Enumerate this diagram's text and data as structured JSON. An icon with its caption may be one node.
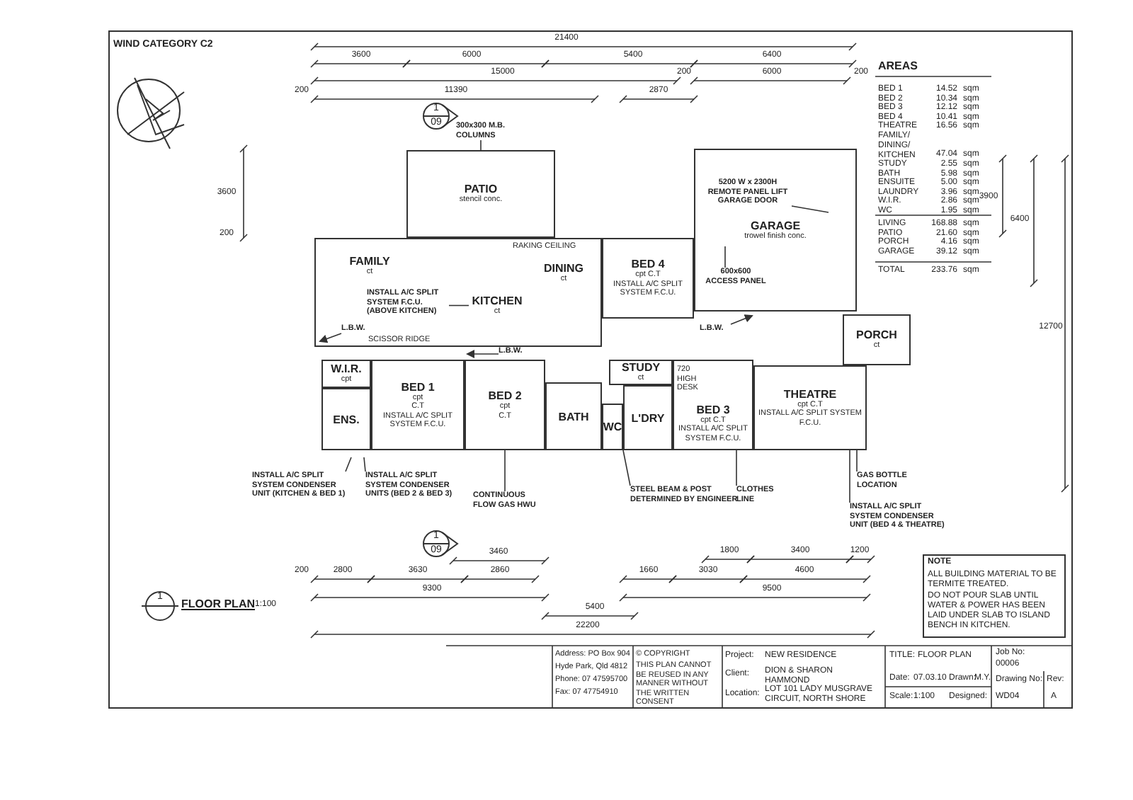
{
  "diagram": {
    "nodes": [
      {
        "text": [
          "PATIO",
          "stencil conc."
        ]
      },
      {
        "text": [],
        "shape": "box"
      },
      {
        "text": [
          "FAMILY",
          "ct"
        ],
        "in": 1
      },
      {
        "text": [
          "KITCHEN",
          "ct"
        ],
        "in": 1
      },
      {
        "text": [
          "DINING",
          "ct"
        ],
        "in": 1
      },
      {
        "text": [
          "INSTALL A/C SPLIT SYSTEM F.C.U. (ABOVE KITCHEN)"
        ],
        "in": 1
      },
      {
        "text": [
          "BED 4",
          "cpt C.T",
          "INSTALL A/C SPLIT SYSTEM F.C.U."
        ]
      },
      {
        "text": [
          "GARAGE",
          "trowel finish conc."
        ]
      },
      {
        "text": [
          "5200 W x 2300H REMOTE PANEL LIFT GARAGE DOOR"
        ],
        "in": 7
      },
      {
        "text": [
          "600x600 ACCESS PANEL"
        ],
        "in": 7
      },
      {
        "text": [
          "W.I.R.",
          "cpt"
        ]
      },
      {
        "text": [
          "ENS."
        ]
      },
      {
        "text": [
          "BED 1",
          "cpt",
          "C.T",
          "INSTALL A/C SPLIT SYSTEM F.C.U."
        ]
      },
      {
        "text": [
          "BED 2",
          "cpt",
          "C.T"
        ]
      },
      {
        "text": [
          "BATH"
        ]
      },
      {
        "text": [
          "STUDY",
          "ct"
        ]
      },
      {
        "text": [
          "L'DRY"
        ]
      },
      {
        "text": [
          "WC"
        ]
      },
      {
        "text": [
          "BED 3",
          "cpt C.T",
          "INSTALL A/C SPLIT SYSTEM F.C.U."
        ]
      },
      {
        "text": [
          "THEATRE",
          "cpt C.T",
          "INSTALL A/C SPLIT SYSTEM F.C.U."
        ]
      },
      {
        "text": [
          "PORCH",
          "ct"
        ]
      },
      {
        "text": [
          "300x300 M.B. COLUMNS"
        ]
      },
      {
        "text": [
          "L.B.W."
        ],
        "in": 1
      },
      {
        "text": [
          "L.B.W."
        ]
      },
      {
        "text": [
          "L.B.W."
        ]
      },
      {
        "text": [
          "INSTALL A/C SPLIT SYSTEM CONDENSER UNIT (KITCHEN & BED 1)"
        ]
      },
      {
        "text": [
          "INSTALL A/C SPLIT SYSTEM CONDENSER UNITS (BED 2 & BED 3)"
        ]
      },
      {
        "text": [
          "CONTINUOUS FLOW GAS HWU"
        ]
      },
      {
        "text": [
          "STEEL BEAM & POST DETERMINED BY ENGINEER"
        ]
      },
      {
        "text": [
          "CLOTHES LINE"
        ]
      },
      {
        "text": [
          "GAS BOTTLE LOCATION"
        ]
      },
      {
        "text": [
          "INSTALL A/C SPLIT SYSTEM CONDENSER UNIT (BED 4 & THEATRE)"
        ]
      }
    ],
    "edges": [
      {
        "from": 5,
        "to": 3,
        "arrow": "none"
      },
      {
        "from": 8,
        "to": null,
        "arrow": "none"
      },
      {
        "from": 9,
        "to": null,
        "arrow": "none"
      },
      {
        "from": 21,
        "to": 0,
        "arrow": "none"
      },
      {
        "from": 22,
        "to": null,
        "arrow": "to"
      },
      {
        "from": 23,
        "to": null,
        "arrow": "to"
      },
      {
        "from": 24,
        "to": null,
        "arrow": "to"
      },
      {
        "from": 25,
        "to": null,
        "arrow": "none"
      },
      {
        "from": 26,
        "to": null,
        "arrow": "none"
      },
      {
        "from": 27,
        "to": 13,
        "arrow": "none"
      },
      {
        "from": 28,
        "to": 17,
        "arrow": "none"
      },
      {
        "from": 29,
        "to": 18,
        "arrow": "none"
      },
      {
        "from": 30,
        "to": 19,
        "arrow": "none"
      },
      {
        "from": 31,
        "to": 19,
        "arrow": "none"
      }
    ],
    "labels": [
      "WIND CATEGORY C2",
      "21400",
      "3600",
      "6000",
      "5400",
      "6400",
      "15000",
      "200",
      "6000",
      "200",
      "200",
      "11390",
      "2870",
      "1",
      "09",
      "3600",
      "200",
      "3900",
      "6400",
      "12700",
      "1",
      "09",
      "3460",
      "1800",
      "3400",
      "1200",
      "200",
      "2800",
      "3630",
      "2860",
      "1660",
      "3030",
      "4600",
      "9300",
      "9500",
      "5400",
      "22200",
      "AREAS",
      "BED 1",
      "14.52",
      "sqm",
      "BED 2",
      "10.34",
      "sqm",
      "BED 3",
      "12.12",
      "sqm",
      "BED 4",
      "10.41",
      "sqm",
      "THEATRE",
      "16.56",
      "sqm",
      "FAMILY/ DINING/ KITCHEN",
      "47.04",
      "sqm",
      "STUDY",
      "2.55",
      "sqm",
      "BATH",
      "5.98",
      "sqm",
      "ENSUITE",
      "5.00",
      "sqm",
      "LAUNDRY",
      "3.96",
      "sqm",
      "W.I.R.",
      "2.86",
      "sqm",
      "WC",
      "1.95",
      "sqm",
      "LIVING",
      "168.88",
      "sqm",
      "PATIO",
      "21.60",
      "sqm",
      "PORCH",
      "4.16",
      "sqm",
      "GARAGE",
      "39.12",
      "sqm",
      "TOTAL",
      "233.76",
      "sqm",
      "NOTE",
      "ALL BUILDING MATERIAL TO BE TERMITE TREATED.",
      "DO NOT POUR SLAB UNTIL WATER & POWER HAS BEEN LAID UNDER SLAB TO ISLAND BENCH IN KITCHEN.",
      "1",
      "FLOOR PLAN",
      "1:100",
      "RAKING CEILING",
      "SCISSOR RIDGE",
      "720 HIGH DESK",
      "Address: PO Box 904",
      "Hyde Park, Qld 4812",
      "Phone: 07 47595700",
      "Fax: 07 47754910",
      "© COPYRIGHT",
      "THIS PLAN CANNOT BE REUSED IN ANY MANNER WITHOUT THE WRITTEN CONSENT",
      "Project:",
      "NEW RESIDENCE",
      "Client:",
      "DION & SHARON HAMMOND",
      "Location:",
      "LOT 101 LADY MUSGRAVE CIRCUIT, NORTH SHORE",
      "TITLE:",
      "FLOOR PLAN",
      "Date:",
      "07.03.10",
      "Drawn:",
      "M.Y.",
      "Scale:",
      "1:100",
      "Designed:",
      "Job No:",
      "00006",
      "Drawing No:",
      "WD04",
      "Rev:",
      "A"
    ]
  }
}
